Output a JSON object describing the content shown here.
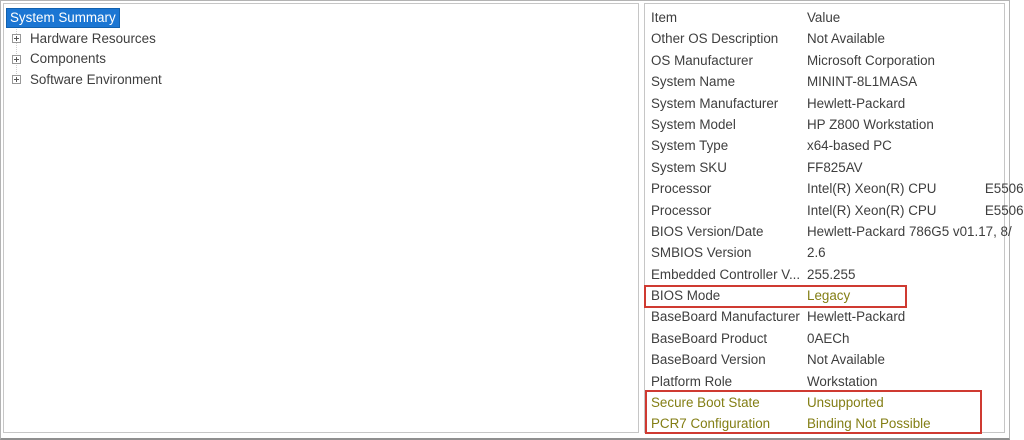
{
  "app": {
    "description": "System Information window (tree navigation with system summary details)"
  },
  "tree": {
    "items": [
      {
        "label": "System Summary",
        "selected": true,
        "has_expander": false
      },
      {
        "label": "Hardware Resources",
        "selected": false,
        "has_expander": true
      },
      {
        "label": "Components",
        "selected": false,
        "has_expander": true
      },
      {
        "label": "Software Environment",
        "selected": false,
        "has_expander": true
      }
    ]
  },
  "list": {
    "header": {
      "item": "Item",
      "value": "Value"
    },
    "rows": [
      {
        "item": "Other OS Description",
        "value": "Not Available"
      },
      {
        "item": "OS Manufacturer",
        "value": "Microsoft Corporation"
      },
      {
        "item": "System Name",
        "value": "MININT-8L1MASA"
      },
      {
        "item": "System Manufacturer",
        "value": "Hewlett-Packard"
      },
      {
        "item": "System Model",
        "value": "HP Z800 Workstation"
      },
      {
        "item": "System Type",
        "value": "x64-based PC"
      },
      {
        "item": "System SKU",
        "value": "FF825AV"
      },
      {
        "item": "Processor",
        "value": "Intel(R) Xeon(R) CPU             E5506"
      },
      {
        "item": "Processor",
        "value": "Intel(R) Xeon(R) CPU             E5506"
      },
      {
        "item": "BIOS Version/Date",
        "value": "Hewlett-Packard 786G5 v01.17, 8/"
      },
      {
        "item": "SMBIOS Version",
        "value": "2.6"
      },
      {
        "item": "Embedded Controller V...",
        "value": "255.255"
      },
      {
        "item": "BIOS Mode",
        "value": "Legacy",
        "olive_value": true,
        "annotated": true
      },
      {
        "item": "BaseBoard Manufacturer",
        "value": "Hewlett-Packard"
      },
      {
        "item": "BaseBoard Product",
        "value": "0AECh"
      },
      {
        "item": "BaseBoard Version",
        "value": "Not Available"
      },
      {
        "item": "Platform Role",
        "value": "Workstation"
      },
      {
        "item": "Secure Boot State",
        "value": "Unsupported",
        "olive_item": true,
        "olive_value": true,
        "annotated": true
      },
      {
        "item": "PCR7 Configuration",
        "value": "Binding Not Possible",
        "olive_item": true,
        "olive_value": true,
        "annotated": true
      }
    ]
  },
  "annotations": [
    {
      "name": "bios-mode-red-box",
      "around": "BIOS Mode / Legacy"
    },
    {
      "name": "secure-boot-red-box",
      "around": "Secure Boot State + PCR7 Configuration rows"
    }
  ],
  "colors": {
    "selection_blue": "#1b76d3",
    "highlighted_text_olive": "#837e14",
    "annotation_red": "#cf3a31"
  }
}
